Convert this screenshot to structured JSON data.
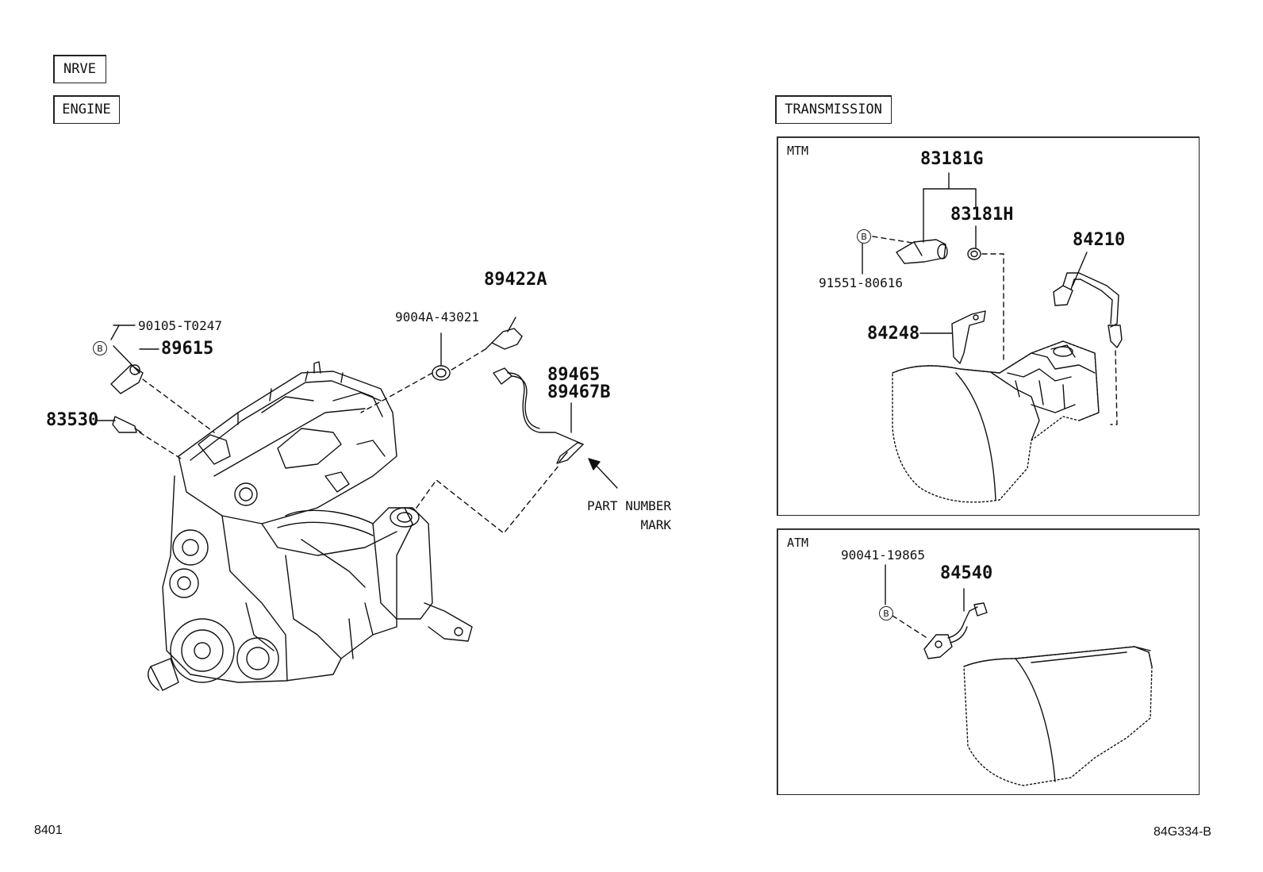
{
  "tags": {
    "nrve": "NRVE",
    "engine": "ENGINE",
    "transmission": "TRANSMISSION"
  },
  "panels": {
    "mtm": "MTM",
    "atm": "ATM"
  },
  "parts": {
    "p90105": "90105-T0247",
    "p89615": "89615",
    "p83530": "83530",
    "p9004a": "9004A-43021",
    "p89422a": "89422A",
    "p89465": "89465",
    "p89467b": "89467B",
    "p83181g": "83181G",
    "p83181h": "83181H",
    "p91551": "91551-80616",
    "p84210": "84210",
    "p84248": "84248",
    "p90041": "90041-19865",
    "p84540": "84540"
  },
  "bolt_marker": "B",
  "part_number_mark": {
    "line1": "PART NUMBER",
    "line2": "MARK"
  },
  "footer": {
    "left_code": "8401",
    "right_code": "84G334-B"
  }
}
